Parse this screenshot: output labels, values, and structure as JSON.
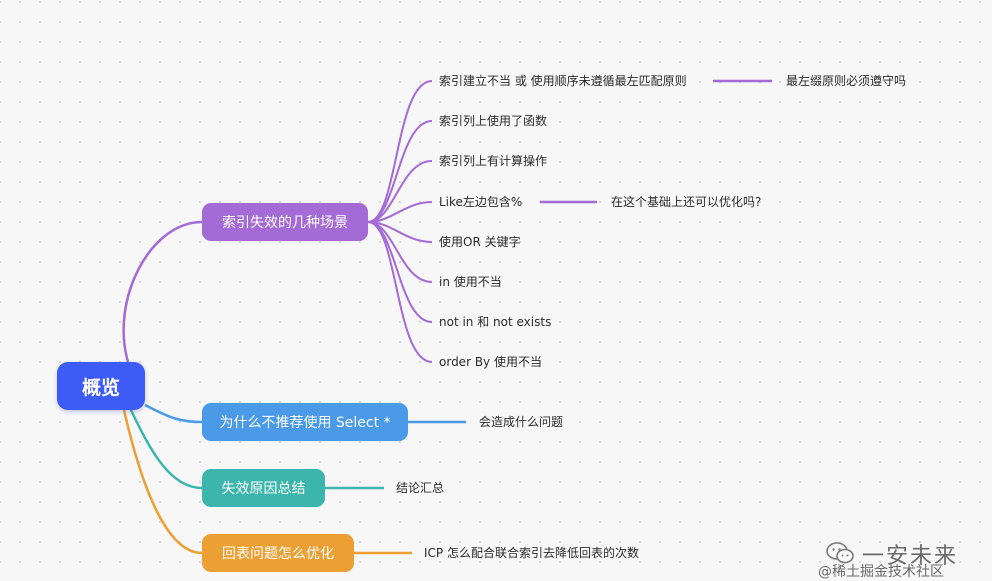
{
  "root": {
    "label": "概览"
  },
  "branches": [
    {
      "label": "索引失效的几种场景",
      "color": "#a46ad6",
      "children": [
        {
          "label": "索引建立不当  或 使用顺序未遵循最左匹配原则",
          "note": "最左缀原则必须遵守吗"
        },
        {
          "label": "索引列上使用了函数"
        },
        {
          "label": "索引列上有计算操作"
        },
        {
          "label": "Like左边包含%",
          "note": "在这个基础上还可以优化吗?"
        },
        {
          "label": "使用OR 关键字"
        },
        {
          "label": "in 使用不当"
        },
        {
          "label": "not in 和 not exists"
        },
        {
          "label": "order By  使用不当"
        }
      ]
    },
    {
      "label": "为什么不推荐使用 Select *",
      "color": "#4a9ae8",
      "children": [
        {
          "label": "会造成什么问题"
        }
      ]
    },
    {
      "label": "失效原因总结",
      "color": "#3cb6ad",
      "children": [
        {
          "label": "结论汇总"
        }
      ]
    },
    {
      "label": "回表问题怎么优化",
      "color": "#ec9f32",
      "children": [
        {
          "label": "ICP 怎么配合联合索引去降低回表的次数"
        }
      ]
    }
  ],
  "watermark": {
    "title": "一安未来",
    "subtitle": "@稀土掘金技术社区",
    "icon": "wechat-icon"
  }
}
